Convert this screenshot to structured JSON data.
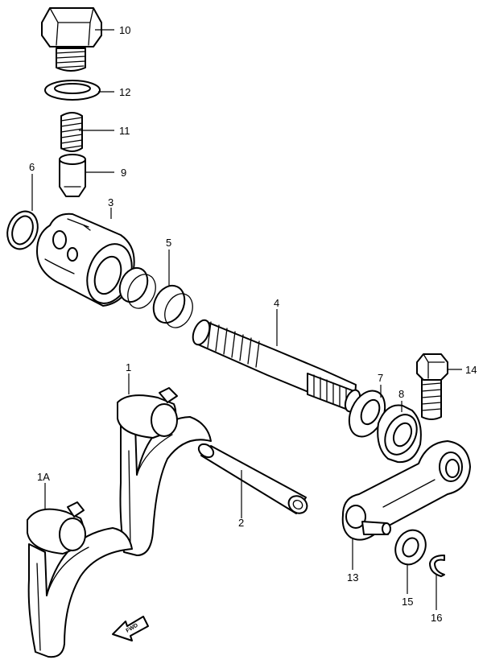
{
  "diagram": {
    "callouts": [
      {
        "id": "c10",
        "label": "10"
      },
      {
        "id": "c12",
        "label": "12"
      },
      {
        "id": "c11",
        "label": "11"
      },
      {
        "id": "c9",
        "label": "9"
      },
      {
        "id": "c6",
        "label": "6"
      },
      {
        "id": "c3",
        "label": "3"
      },
      {
        "id": "c5",
        "label": "5"
      },
      {
        "id": "c4",
        "label": "4"
      },
      {
        "id": "c14",
        "label": "14"
      },
      {
        "id": "c7",
        "label": "7"
      },
      {
        "id": "c8",
        "label": "8"
      },
      {
        "id": "c1",
        "label": "1"
      },
      {
        "id": "c1a",
        "label": "1A"
      },
      {
        "id": "c2",
        "label": "2"
      },
      {
        "id": "c13",
        "label": "13"
      },
      {
        "id": "c15",
        "label": "15"
      },
      {
        "id": "c16",
        "label": "16"
      }
    ],
    "direction_label": "FWD"
  }
}
